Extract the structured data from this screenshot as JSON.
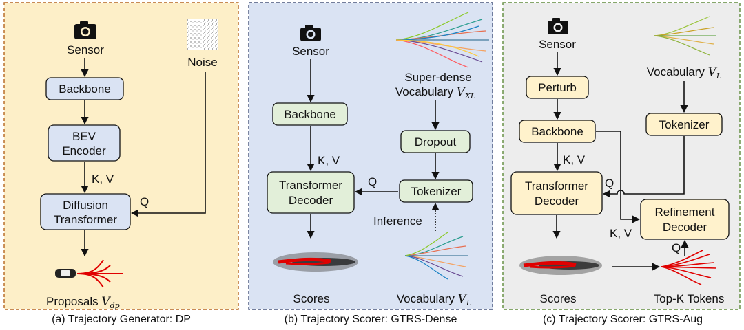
{
  "colors": {
    "panel_a_bg": "#fdefc8",
    "panel_a_border": "#b5651d",
    "panel_b_bg": "#dae3f3",
    "panel_b_border": "#44527a",
    "panel_c_bg": "#ededed",
    "panel_c_border": "#5e8a3a",
    "box_blue": "#dae3f3",
    "box_green": "#e2efd9",
    "box_yellow": "#fff2cc",
    "box_border": "#111111",
    "trajectory_red": "#e00000"
  },
  "icons": [
    "camera-icon",
    "noise-icon",
    "car-icon",
    "trajectory-fan-icon",
    "vocabulary-fan-icon",
    "score-cloud-icon"
  ],
  "panel_a": {
    "caption": "(a) Trajectory Generator: DP",
    "sensor": "Sensor",
    "noise": "Noise",
    "backbone": "Backbone",
    "bev_1": "BEV",
    "bev_2": "Encoder",
    "kv": "K, V",
    "q": "Q",
    "dit_1": "Diffusion",
    "dit_2": "Transformer",
    "proposals": "Proposals",
    "proposals_symbol": "V",
    "proposals_sub": "dp"
  },
  "panel_b": {
    "caption": "(b) Trajectory Scorer: GTRS-Dense",
    "sensor": "Sensor",
    "superdense_1": "Super-dense",
    "superdense_2": "Vocabulary",
    "superdense_symbol": "V",
    "superdense_sub": "XL",
    "backbone": "Backbone",
    "dropout": "Dropout",
    "kv": "K, V",
    "q": "Q",
    "decoder_1": "Transformer",
    "decoder_2": "Decoder",
    "tokenizer": "Tokenizer",
    "inference": "Inference",
    "scores": "Scores",
    "vocab": "Vocabulary",
    "vocab_symbol": "V",
    "vocab_sub": "L"
  },
  "panel_c": {
    "caption": "(c) Trajectory Scorer: GTRS-Aug",
    "sensor": "Sensor",
    "vocab": "Vocabulary",
    "vocab_symbol": "V",
    "vocab_sub": "L",
    "perturb": "Perturb",
    "backbone": "Backbone",
    "tokenizer": "Tokenizer",
    "kv": "K, V",
    "q": "Q",
    "decoder_1": "Transformer",
    "decoder_2": "Decoder",
    "refine_1": "Refinement",
    "refine_2": "Decoder",
    "kv2": "K, V",
    "q2": "Q",
    "scores": "Scores",
    "topk": "Top-K Tokens"
  }
}
